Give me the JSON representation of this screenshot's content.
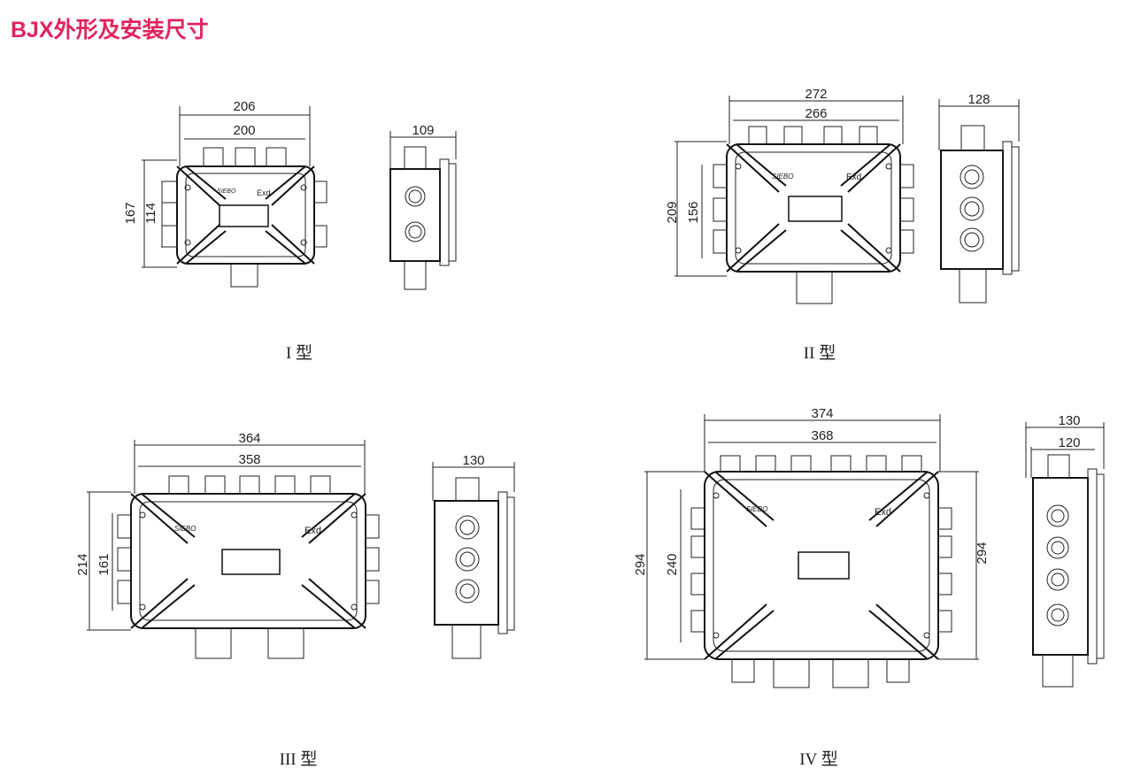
{
  "title": "BJX外形及安装尺寸",
  "variants": [
    {
      "caption": "I 型",
      "front": {
        "outer_w": "206",
        "inner_w": "200",
        "outer_h": "167",
        "inner_h": "114"
      },
      "side": {
        "depth": "109"
      }
    },
    {
      "caption": "II 型",
      "front": {
        "outer_w": "272",
        "inner_w": "266",
        "outer_h": "209",
        "inner_h": "156"
      },
      "side": {
        "depth": "128"
      }
    },
    {
      "caption": "III 型",
      "front": {
        "outer_w": "364",
        "inner_w": "358",
        "outer_h": "214",
        "inner_h": "161"
      },
      "side": {
        "depth": "130"
      }
    },
    {
      "caption": "IV 型",
      "front": {
        "outer_w": "374",
        "inner_w": "368",
        "outer_h": "294",
        "inner_h": "240",
        "right_h": "294"
      },
      "side": {
        "depth": "130",
        "inner_depth": "120"
      }
    }
  ],
  "labels": {
    "exd": "Exd",
    "logo": "SIEBO"
  }
}
